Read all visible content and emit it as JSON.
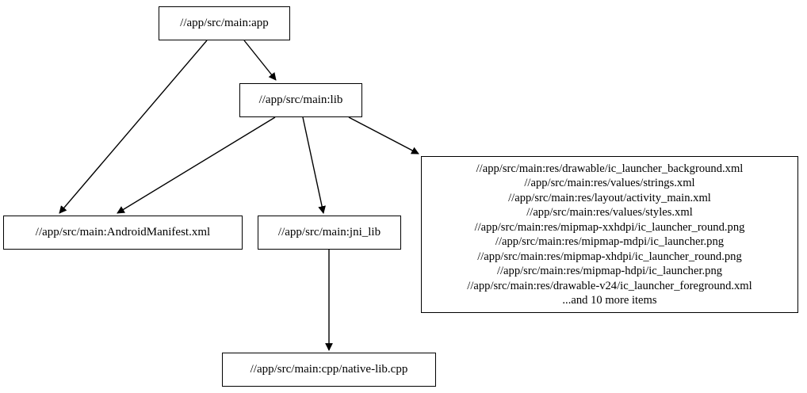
{
  "graph": {
    "type": "directed-dependency-graph",
    "background_color": "#ffffff",
    "node_border_color": "#000000",
    "edge_color": "#000000",
    "text_color": "#000000"
  },
  "nodes": {
    "app": {
      "label": "//app/src/main:app"
    },
    "lib": {
      "label": "//app/src/main:lib"
    },
    "manifest": {
      "label": "//app/src/main:AndroidManifest.xml"
    },
    "jni_lib": {
      "label": "//app/src/main:jni_lib"
    },
    "native_lib_cpp": {
      "label": "//app/src/main:cpp/native-lib.cpp"
    },
    "res_bundle": {
      "lines": [
        "//app/src/main:res/drawable/ic_launcher_background.xml",
        "//app/src/main:res/values/strings.xml",
        "//app/src/main:res/layout/activity_main.xml",
        "//app/src/main:res/values/styles.xml",
        "//app/src/main:res/mipmap-xxhdpi/ic_launcher_round.png",
        "//app/src/main:res/mipmap-mdpi/ic_launcher.png",
        "//app/src/main:res/mipmap-xhdpi/ic_launcher_round.png",
        "//app/src/main:res/mipmap-hdpi/ic_launcher.png",
        "//app/src/main:res/drawable-v24/ic_launcher_foreground.xml",
        "...and 10 more items"
      ],
      "label": "//app/src/main:res/drawable/ic_launcher_background.xml\n//app/src/main:res/values/strings.xml\n//app/src/main:res/layout/activity_main.xml\n//app/src/main:res/values/styles.xml\n//app/src/main:res/mipmap-xxhdpi/ic_launcher_round.png\n//app/src/main:res/mipmap-mdpi/ic_launcher.png\n//app/src/main:res/mipmap-xhdpi/ic_launcher_round.png\n//app/src/main:res/mipmap-hdpi/ic_launcher.png\n//app/src/main:res/drawable-v24/ic_launcher_foreground.xml\n...and 10 more items"
    }
  },
  "edges": [
    {
      "from": "app",
      "to": "manifest"
    },
    {
      "from": "app",
      "to": "lib"
    },
    {
      "from": "lib",
      "to": "manifest"
    },
    {
      "from": "lib",
      "to": "jni_lib"
    },
    {
      "from": "lib",
      "to": "res_bundle"
    },
    {
      "from": "jni_lib",
      "to": "native_lib_cpp"
    }
  ]
}
